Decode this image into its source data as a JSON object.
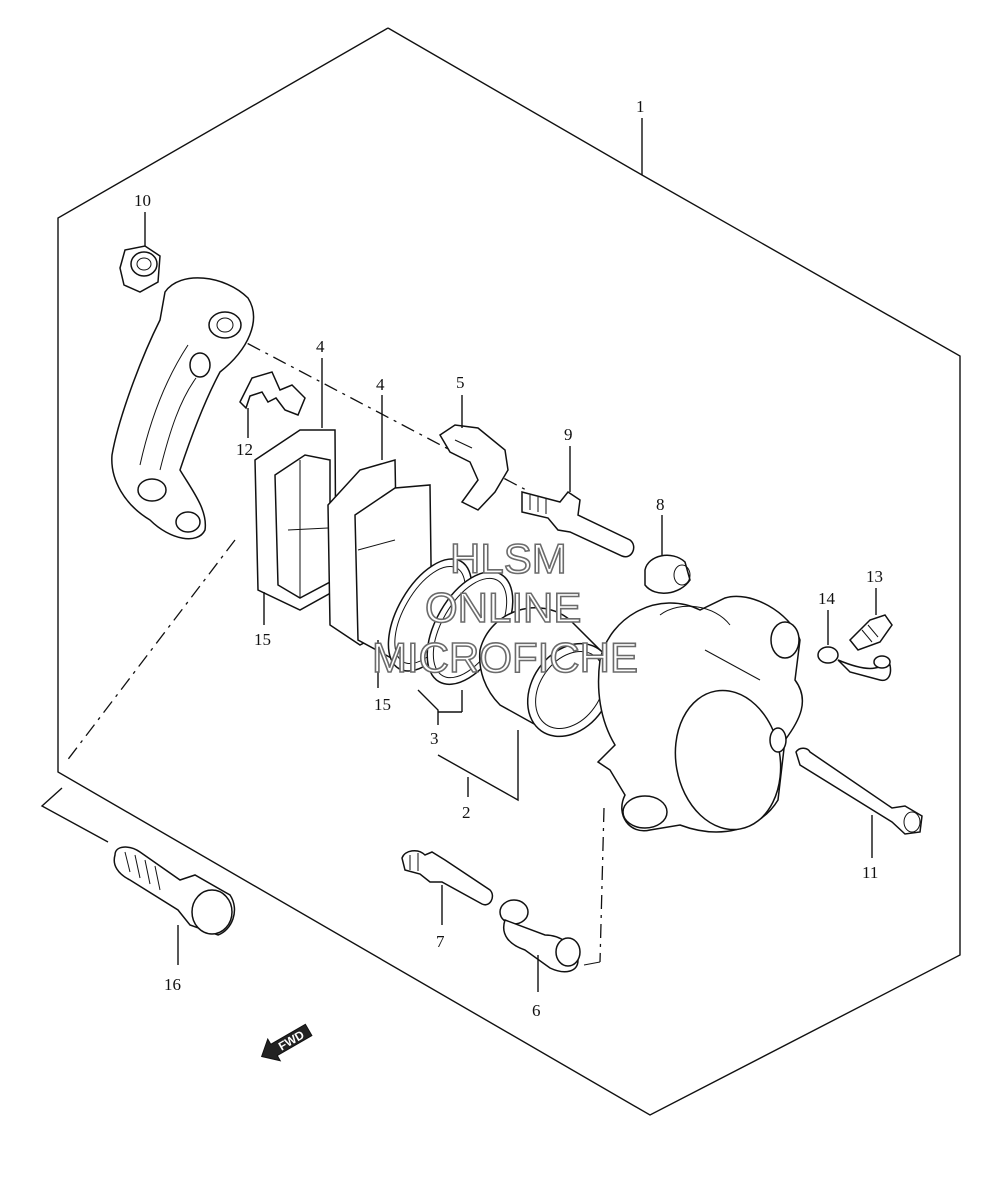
{
  "callouts": [
    {
      "id": "1",
      "label": "1"
    },
    {
      "id": "2",
      "label": "2"
    },
    {
      "id": "3",
      "label": "3"
    },
    {
      "id": "4a",
      "label": "4"
    },
    {
      "id": "4b",
      "label": "4"
    },
    {
      "id": "5",
      "label": "5"
    },
    {
      "id": "6",
      "label": "6"
    },
    {
      "id": "7",
      "label": "7"
    },
    {
      "id": "8",
      "label": "8"
    },
    {
      "id": "9",
      "label": "9"
    },
    {
      "id": "10",
      "label": "10"
    },
    {
      "id": "11",
      "label": "11"
    },
    {
      "id": "12",
      "label": "12"
    },
    {
      "id": "13",
      "label": "13"
    },
    {
      "id": "14",
      "label": "14"
    },
    {
      "id": "15a",
      "label": "15"
    },
    {
      "id": "15b",
      "label": "15"
    },
    {
      "id": "16",
      "label": "16"
    }
  ],
  "watermark": {
    "line1": "HLSM",
    "line2": "ONLINE",
    "line3": "MICROFICHE"
  },
  "direction_marker": {
    "label": "FWD"
  }
}
